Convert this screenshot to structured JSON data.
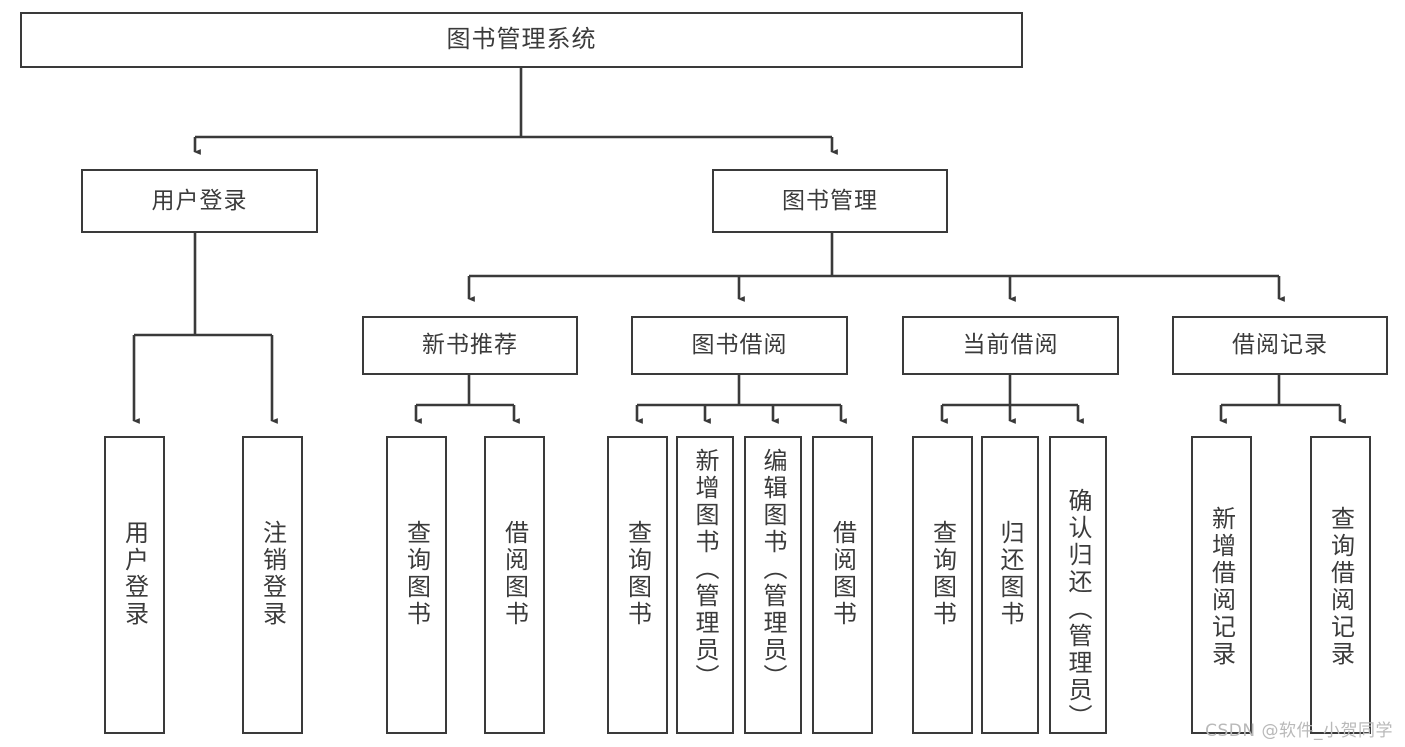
{
  "diagram": {
    "title": "图书管理系统",
    "type": "tree-hierarchy",
    "stroke_color": "#3a3a3a",
    "text_color": "#3b3b3b",
    "background_color": "#ffffff",
    "nodes": {
      "root": {
        "label": "图书管理系统"
      },
      "level2": [
        {
          "label": "用户登录"
        },
        {
          "label": "图书管理"
        }
      ],
      "level3": [
        {
          "label": "新书推荐"
        },
        {
          "label": "图书借阅"
        },
        {
          "label": "当前借阅"
        },
        {
          "label": "借阅记录"
        }
      ],
      "leaves_user_login": [
        {
          "label": "用户登录"
        },
        {
          "label": "注销登录"
        }
      ],
      "leaves_new_books": [
        {
          "label": "查询图书"
        },
        {
          "label": "借阅图书"
        }
      ],
      "leaves_borrow": [
        {
          "label": "查询图书"
        },
        {
          "label": "新增图书（管理员）"
        },
        {
          "label": "编辑图书（管理员）"
        },
        {
          "label": "借阅图书"
        }
      ],
      "leaves_current": [
        {
          "label": "查询图书"
        },
        {
          "label": "归还图书"
        },
        {
          "label": "确认归还（管理员）"
        }
      ],
      "leaves_records": [
        {
          "label": "新增借阅记录"
        },
        {
          "label": "查询借阅记录"
        }
      ]
    }
  },
  "watermark": {
    "text": "CSDN @软件_小贺同学"
  }
}
